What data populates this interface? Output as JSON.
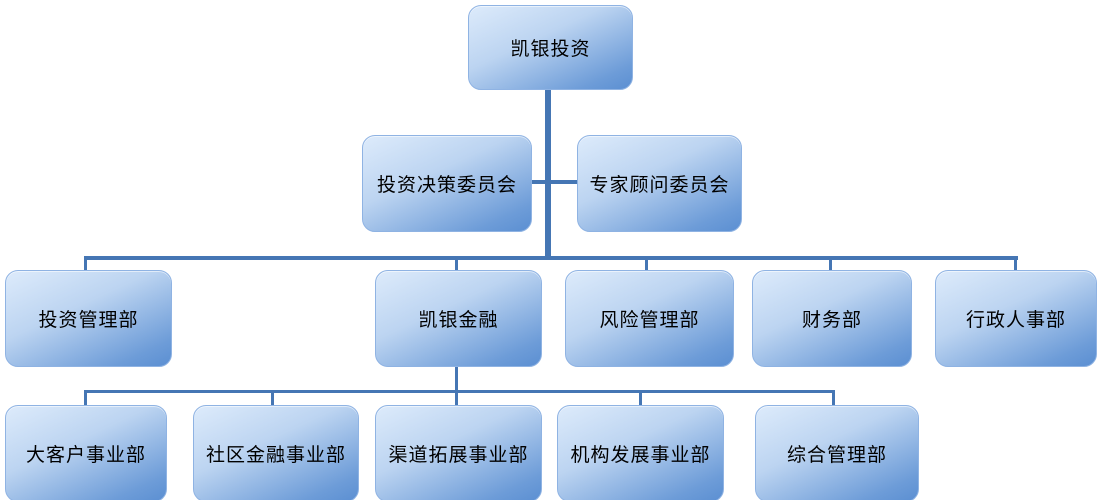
{
  "diagram_type": "org-chart",
  "colors": {
    "box_gradient_light": "#ddebfb",
    "box_gradient_dark": "#5b8fd2",
    "box_border": "#8fb3e3",
    "connector": "#4576b4",
    "text": "#000000",
    "background": "#ffffff"
  },
  "org": {
    "root": {
      "label": "凯银投资"
    },
    "level2": [
      {
        "label": "投资决策委员会"
      },
      {
        "label": "专家顾问委员会"
      }
    ],
    "level3": [
      {
        "label": "投资管理部"
      },
      {
        "label": "凯银金融"
      },
      {
        "label": "风险管理部"
      },
      {
        "label": "财务部"
      },
      {
        "label": "行政人事部"
      }
    ],
    "level4": [
      {
        "label": "大客户事业部"
      },
      {
        "label": "社区金融事业部"
      },
      {
        "label": "渠道拓展事业部"
      },
      {
        "label": "机构发展事业部"
      },
      {
        "label": "综合管理部"
      }
    ]
  }
}
